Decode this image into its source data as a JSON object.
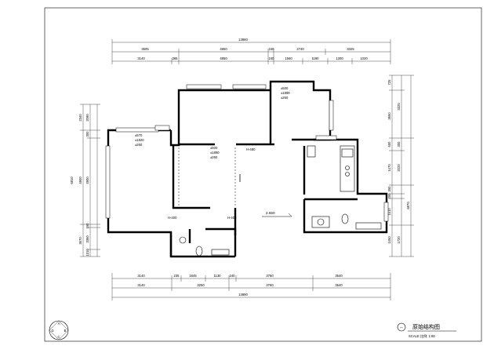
{
  "drawing": {
    "title": "原始结构图",
    "scale_label": "SCALE 比例: 1:60",
    "floor_level": "2.650"
  },
  "dimensions": {
    "top_total": "13860",
    "top_row1": [
      "3505",
      "4850",
      "240",
      "2740",
      "3325"
    ],
    "top_row2": [
      "3140",
      "365",
      "4850",
      "240",
      "1560",
      "1180",
      "1300",
      "1020"
    ],
    "bottom_row1": [
      "3140",
      "235",
      "1645",
      "1130",
      "240",
      "3760",
      "3540"
    ],
    "bottom_row2": [
      "3140",
      "3250",
      "3760",
      "3540"
    ],
    "bottom_total": "13890",
    "left_total": "6810",
    "left_col1": [
      "2340",
      "4900",
      "3670"
    ],
    "left_col2": [
      "2090",
      "300",
      "4900",
      "150",
      "3360",
      "1310"
    ],
    "right_col1": [
      "725",
      "3650",
      "600",
      "1470",
      "350",
      "250",
      "1510",
      "1450"
    ],
    "right_col2": [
      "3325",
      "300",
      "2020",
      "6870",
      "1720"
    ]
  },
  "annotations": {
    "room_a_marks": [
      "±570",
      "±1820",
      "±260"
    ],
    "room_b_marks": [
      "±500",
      "±1890",
      "±260"
    ],
    "room_c_marks": [
      "±500",
      "±1890",
      "±260"
    ],
    "beam_heights": [
      "H-480",
      "H-400",
      "H-400"
    ]
  },
  "compass": [
    "A",
    "B",
    "C",
    "D"
  ],
  "title_circle": "一"
}
